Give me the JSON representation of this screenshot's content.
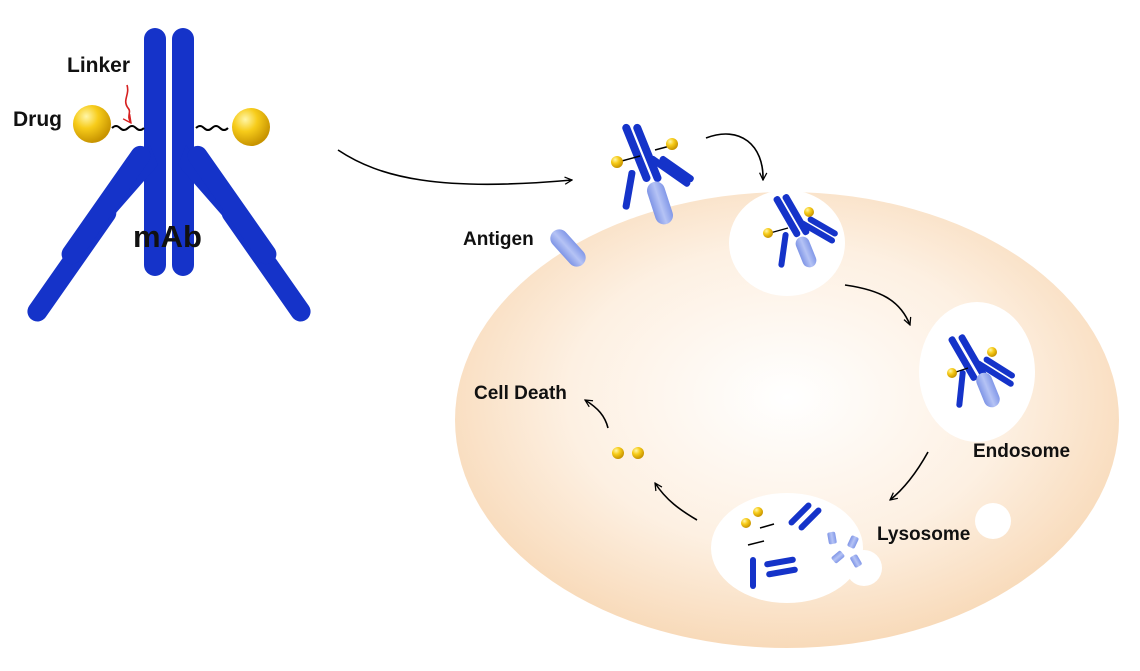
{
  "labels": {
    "linker": "Linker",
    "drug": "Drug",
    "mab": "mAb",
    "antigen": "Antigen",
    "endosome": "Endosome",
    "lysosome": "Lysosome",
    "cell_death": "Cell Death"
  },
  "colors": {
    "antibody": "#1533c9",
    "drug": "#f5c400",
    "antigen": "#8fa4ef",
    "cell": "#f9ddbf",
    "linker_arrow": "#d62020",
    "arrow": "#000000"
  }
}
